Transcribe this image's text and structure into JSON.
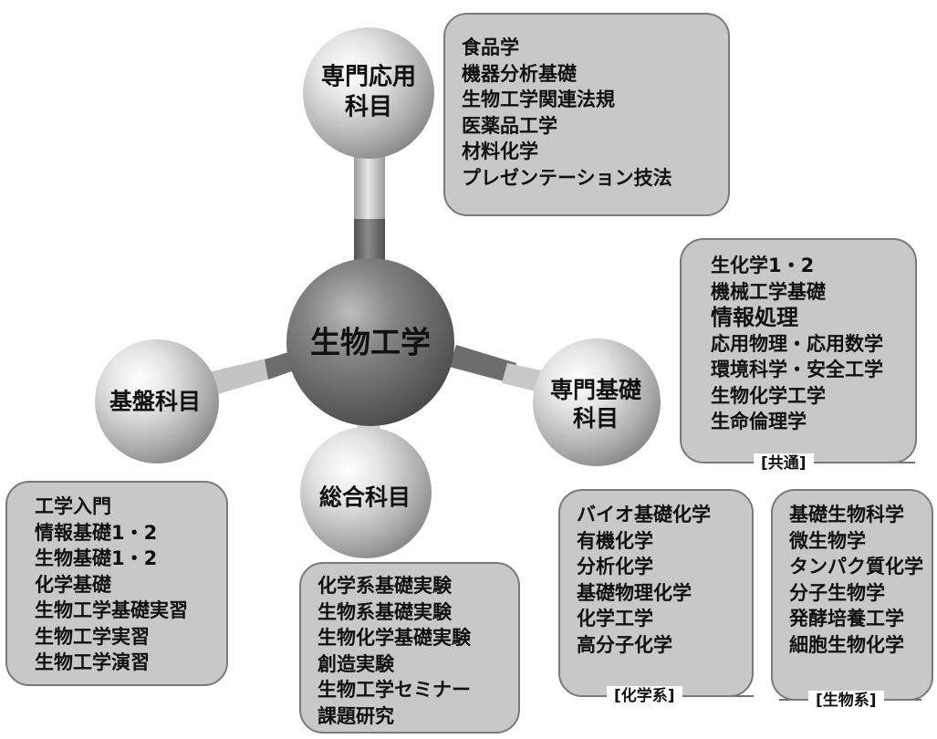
{
  "center": {
    "label": "生物工学"
  },
  "nodes": {
    "senmon_oyo": [
      "専門応用",
      "科目"
    ],
    "kiban": "基盤科目",
    "senmon_kiso": [
      "専門基礎",
      "科目"
    ],
    "sogo": "総合科目"
  },
  "boxes": {
    "senmon_oyo": {
      "items": [
        "食品学",
        "機器分析基礎",
        "生物工学関連法規",
        "医薬品工学",
        "材料化学",
        "プレゼンテーション技法"
      ]
    },
    "common": {
      "items": [
        "生化学1・2",
        "機械工学基礎",
        "情報処理",
        "応用物理・応用数学",
        "環境科学・安全工学",
        "生物化学工学",
        "生命倫理学"
      ],
      "label": "[共通]"
    },
    "kiban": {
      "items": [
        "工学入門",
        "情報基礎1・2",
        "生物基礎1・2",
        "化学基礎",
        "生物工学基礎実習",
        "生物工学実習",
        "生物工学演習"
      ]
    },
    "sogo": {
      "items": [
        "化学系基礎実験",
        "生物系基礎実験",
        "生物化学基礎実験",
        "創造実験",
        "生物工学セミナー",
        "課題研究"
      ]
    },
    "chem": {
      "items": [
        "バイオ基礎化学",
        "有機化学",
        "分析化学",
        "基礎物理化学",
        "化学工学",
        "高分子化学"
      ],
      "label": "[化学系]"
    },
    "bio": {
      "items": [
        "基礎生物科学",
        "微生物学",
        "タンパク質化学",
        "分子生物学",
        "発酵培養工学",
        "細胞生物化学"
      ],
      "label": "[生物系]"
    }
  }
}
